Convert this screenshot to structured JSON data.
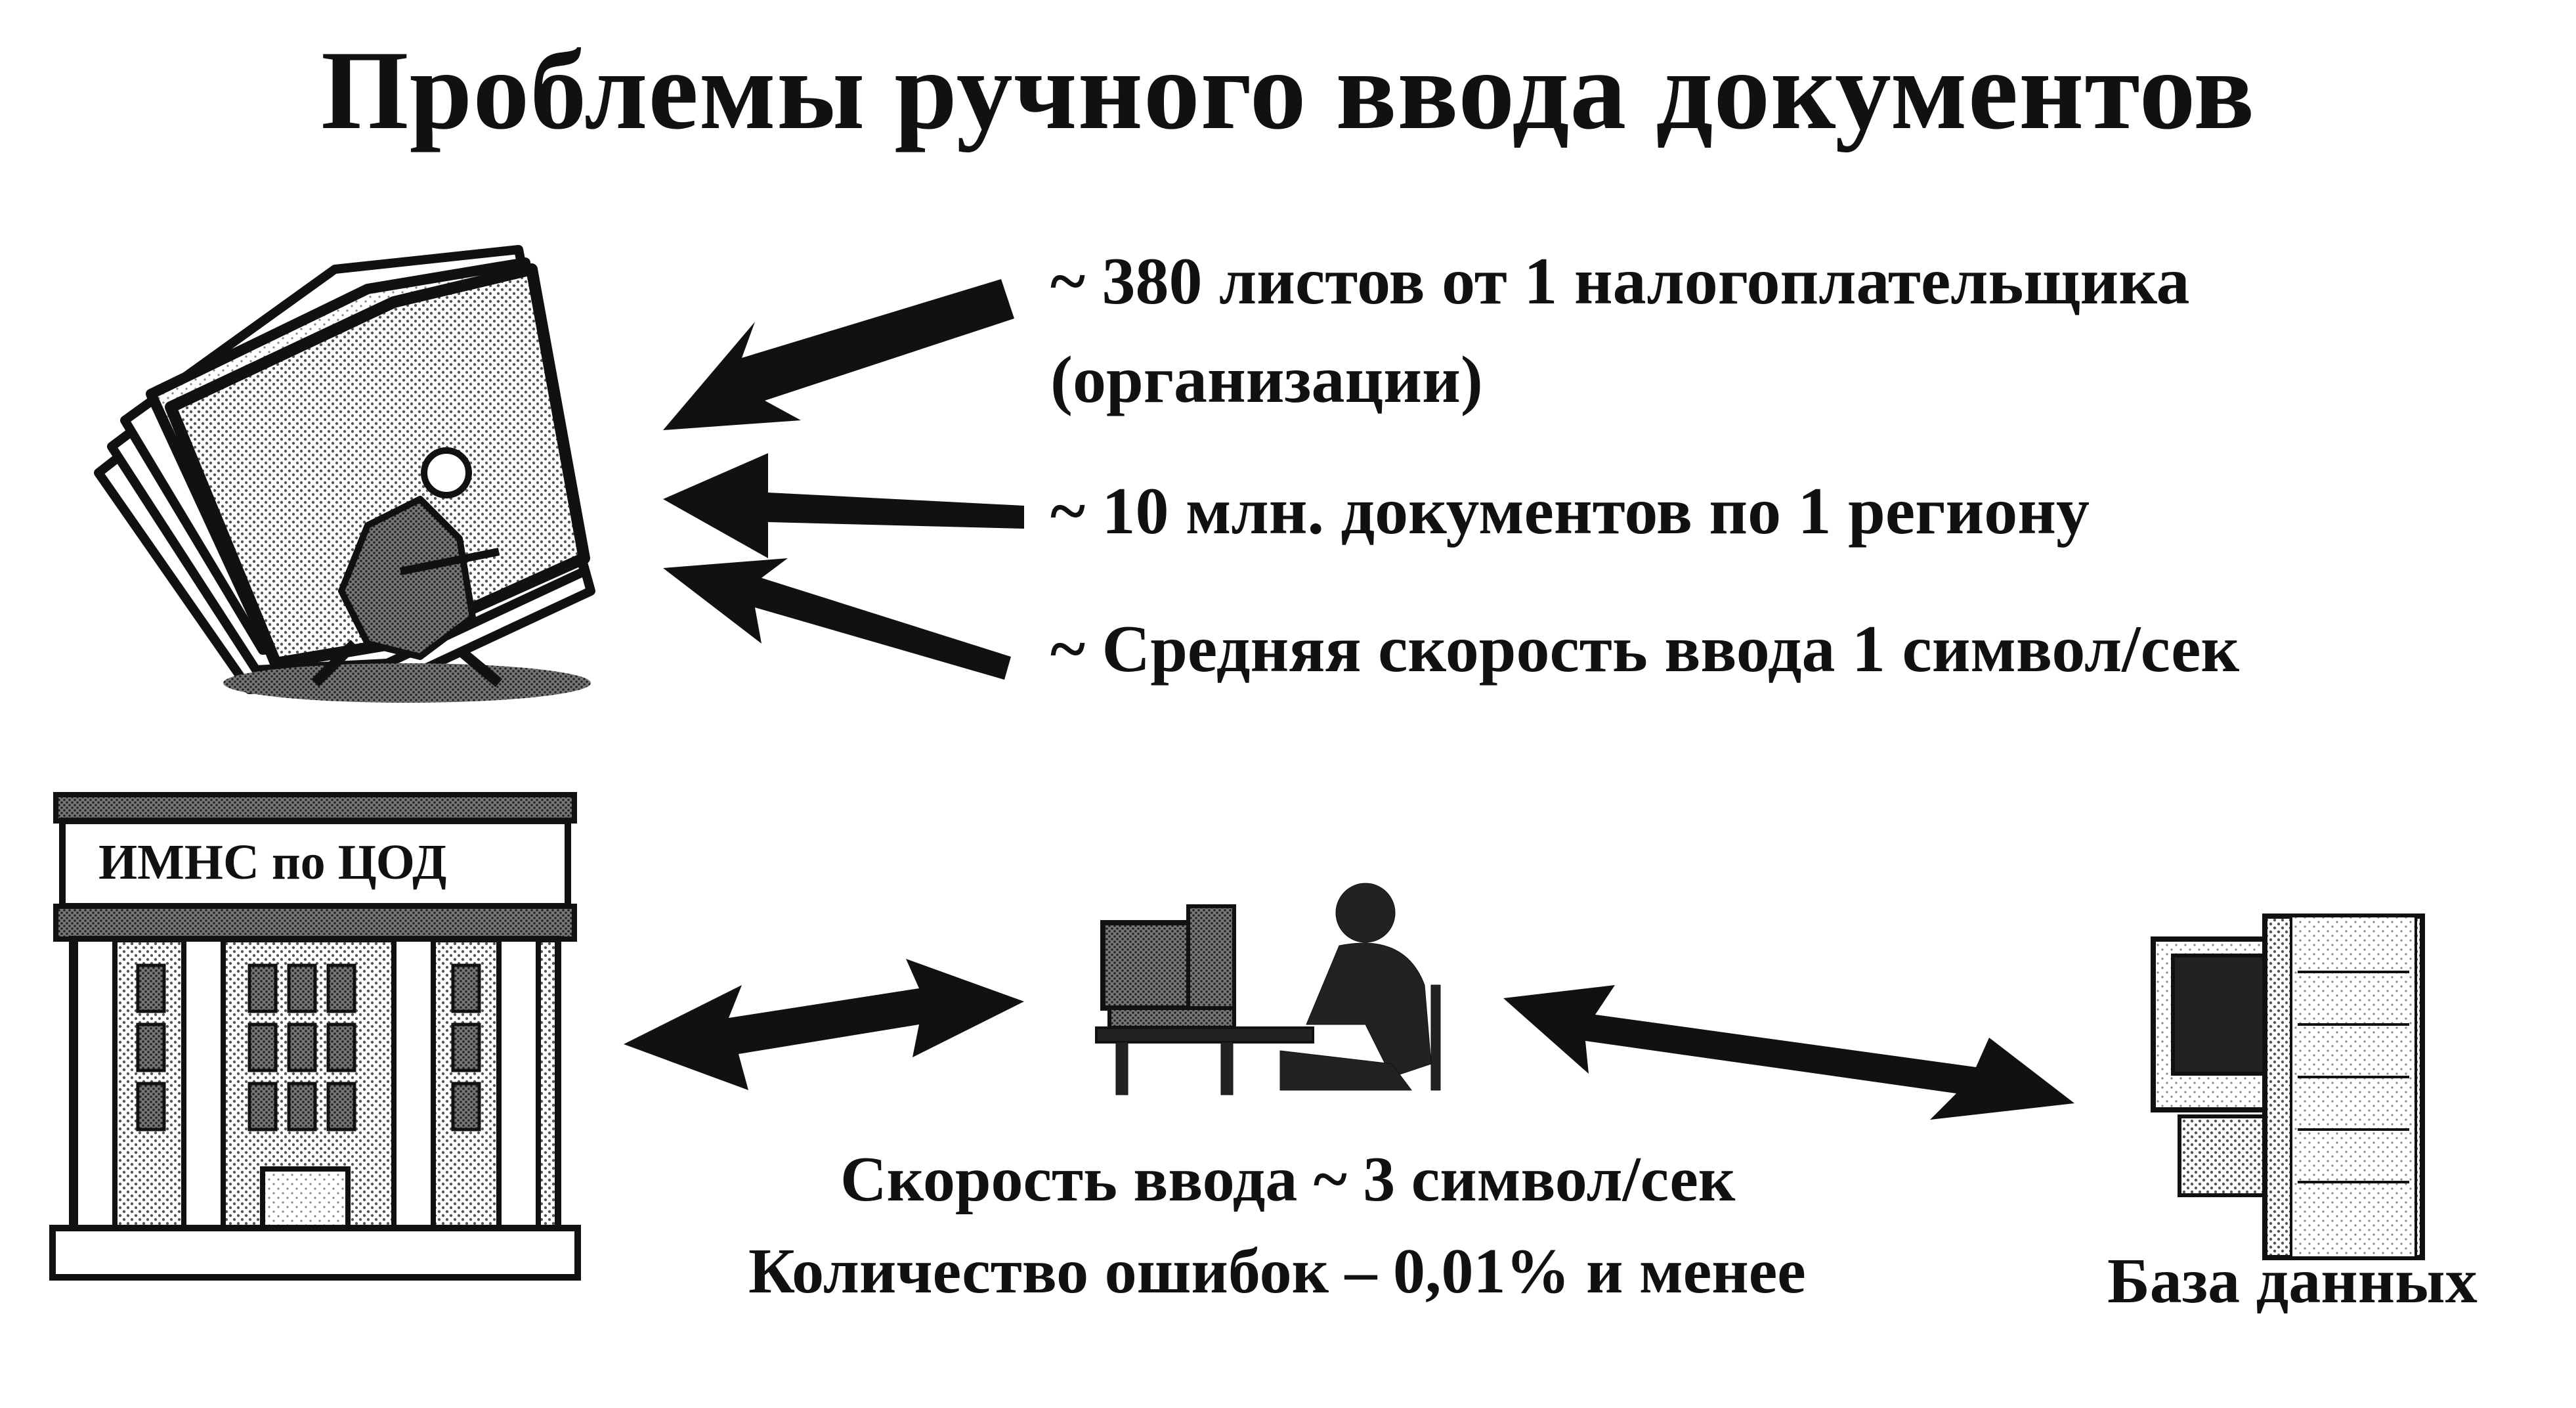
{
  "title": "Проблемы ручного ввода документов",
  "bullets": [
    {
      "line1": "~ 380 листов от 1 налогоплательщика",
      "line2": "(организации)"
    },
    {
      "line1": "~ 10 млн. документов по 1 региону"
    },
    {
      "line1": "~ Средняя скорость ввода 1 символ/сек"
    }
  ],
  "building": {
    "sign": "ИМНС по ЦОД"
  },
  "operator_stats": {
    "speed": "Скорость ввода ~ 3 символ/сек",
    "errors": "Количество ошибок – 0,01% и менее"
  },
  "database": {
    "label": "База данных"
  },
  "icons": [
    "paper-stack-clipart",
    "building-icon",
    "operator-computer-icon",
    "database-server-icon"
  ]
}
